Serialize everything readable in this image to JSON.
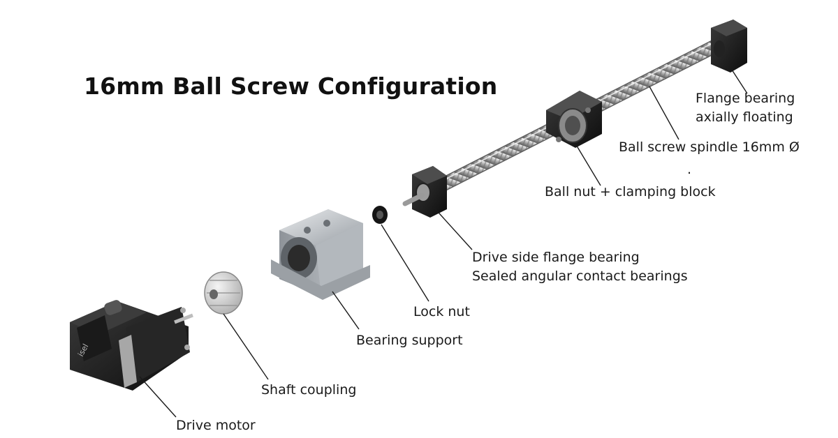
{
  "title": "16mm Ball Screw Configuration",
  "labels": {
    "flange_bearing_line1": "Flange bearing",
    "flange_bearing_line2": "axially floating",
    "spindle": "Ball screw spindle 16mm Ø",
    "dot": ".",
    "ball_nut": "Ball nut + clamping block",
    "drive_flange_line1": "Drive side flange bearing",
    "drive_flange_line2": "Sealed angular contact bearings",
    "lock_nut": "Lock nut",
    "bearing_support": "Bearing support",
    "shaft_coupling": "Shaft coupling",
    "drive_motor": "Drive motor"
  },
  "motor_brand": "isel"
}
